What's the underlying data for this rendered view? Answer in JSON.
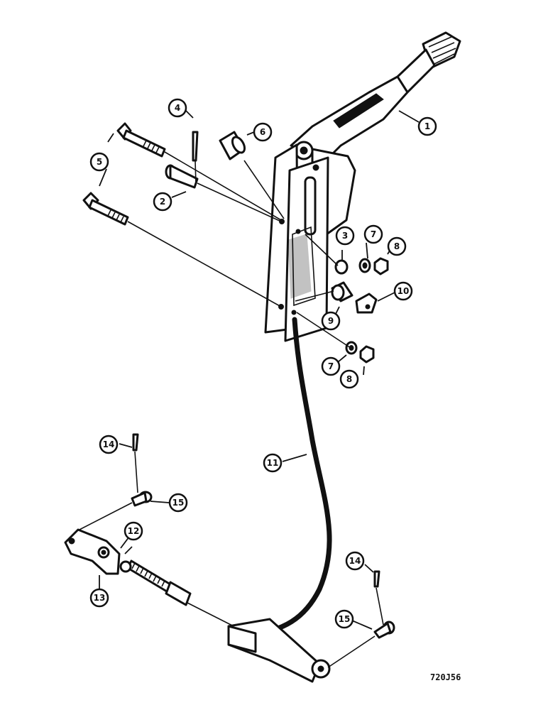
{
  "callouts": [
    {
      "id": "c1",
      "label": "1"
    },
    {
      "id": "c2",
      "label": "2"
    },
    {
      "id": "c3",
      "label": "3"
    },
    {
      "id": "c4",
      "label": "4"
    },
    {
      "id": "c5",
      "label": "5"
    },
    {
      "id": "c6",
      "label": "6"
    },
    {
      "id": "c7a",
      "label": "7"
    },
    {
      "id": "c7b",
      "label": "7"
    },
    {
      "id": "c8a",
      "label": "8"
    },
    {
      "id": "c8b",
      "label": "8"
    },
    {
      "id": "c9",
      "label": "9"
    },
    {
      "id": "c10",
      "label": "10"
    },
    {
      "id": "c11",
      "label": "11"
    },
    {
      "id": "c12",
      "label": "12"
    },
    {
      "id": "c13",
      "label": "13"
    },
    {
      "id": "c14a",
      "label": "14"
    },
    {
      "id": "c14b",
      "label": "14"
    },
    {
      "id": "c15a",
      "label": "15"
    },
    {
      "id": "c15b",
      "label": "15"
    }
  ],
  "reference_code": "720J56"
}
